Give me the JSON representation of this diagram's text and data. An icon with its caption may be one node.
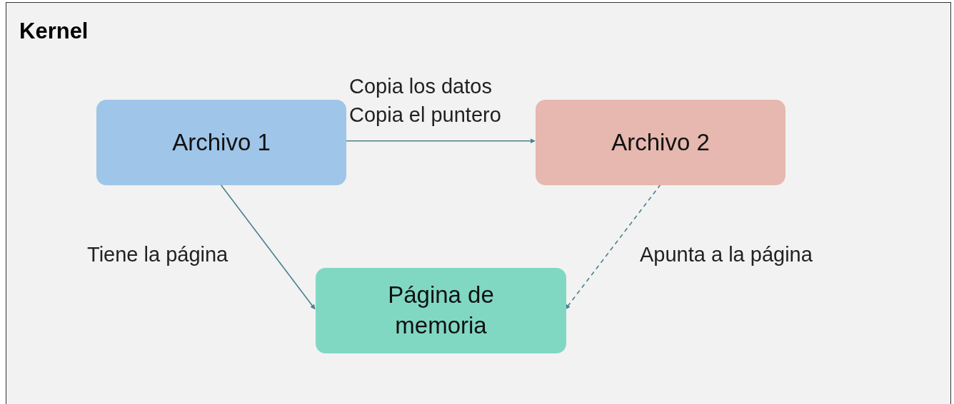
{
  "diagram": {
    "nodes": [
      {
        "text": [
          "Kernel"
        ]
      },
      {
        "text": [
          "Archivo 1"
        ],
        "in": 0
      },
      {
        "text": [
          "Archivo 2"
        ],
        "in": 0
      },
      {
        "text": [
          "Página de memoria"
        ],
        "in": 0
      }
    ],
    "edges": [
      {
        "from": 1,
        "to": 2,
        "arrow": "to",
        "label": "Copia los datos Copia el puntero"
      },
      {
        "from": 1,
        "to": 3,
        "arrow": "to",
        "label": "Tiene la página"
      },
      {
        "from": 2,
        "to": 3,
        "arrow": "to",
        "label": "Apunta a la página",
        "style": "dashed"
      }
    ]
  }
}
